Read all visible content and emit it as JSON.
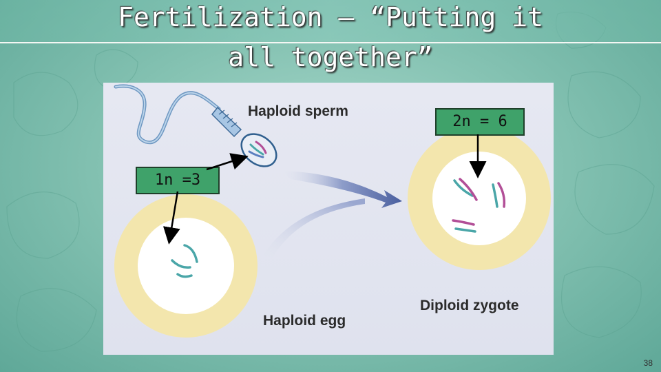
{
  "slide": {
    "title_line1": "Fertilization – “Putting it",
    "title_line2": "all together”",
    "slide_number": "38"
  },
  "diagram": {
    "sperm_label": "Haploid sperm",
    "egg_label": "Haploid egg",
    "zygote_label": "Diploid zygote"
  },
  "callouts": {
    "haploid": "1n =3",
    "diploid": "2n = 6"
  },
  "colors": {
    "callout_fill": "#3fa26a",
    "cytoplasm": "#f3e6ad",
    "nucleus": "#ffffff",
    "chrom_teal": "#4aa6a8",
    "chrom_pink": "#b24f97",
    "arrow": "#4a5f9f"
  }
}
